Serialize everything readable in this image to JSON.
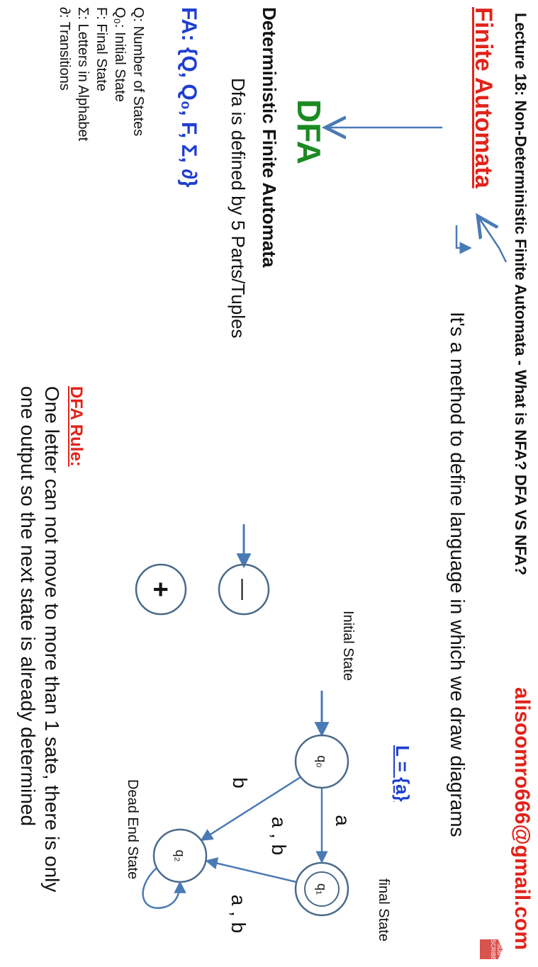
{
  "title": "Lecture 18: Non-Deterministic Finite Automata - What is NFA? DFA VS NFA?",
  "email": "alisoomro666@gmail.com",
  "finite_automata": "Finite Automata",
  "fa_definition": "It's a method to define language in which we draw diagrams",
  "dfa": "DFA",
  "dfa_full": "Deterministic Finite Automata",
  "dfa_tuples": "Dfa is defined by 5 Parts/Tuples",
  "fa_formula": "FA: {Q, Q₀, F, Σ, ∂}",
  "legend": [
    "Q: Number of States",
    "Q₀: Initial State",
    "F: Final State",
    "Σ: Letters in Alphabet",
    "∂: Transitions"
  ],
  "dfa_rule_title": "DFA Rule:",
  "dfa_rule_lines": [
    "One letter can not move to more than 1 sate, there is only",
    "one output so the next state is already determined"
  ],
  "language": "L = {a}",
  "labels": {
    "final_state": "final State",
    "initial_state": "Initial State",
    "dead_end_state": "Dead End State"
  },
  "symbols": {
    "minus": "—",
    "plus": "+"
  },
  "states": {
    "q0": "q₀",
    "q1": "q₁",
    "q2": "q₂"
  },
  "transitions": {
    "q0_q1": "a",
    "q0_q2": "b",
    "q1_q2": "a , b",
    "q2_q2": "a , b"
  },
  "subscribe_badge": "SUB SCRIBE",
  "colors": {
    "red": "#e2231a",
    "green": "#1c8a22",
    "blue_text": "#1f3fd0",
    "arrow": "#4a7ab5",
    "circle": "#4a6a8a"
  }
}
